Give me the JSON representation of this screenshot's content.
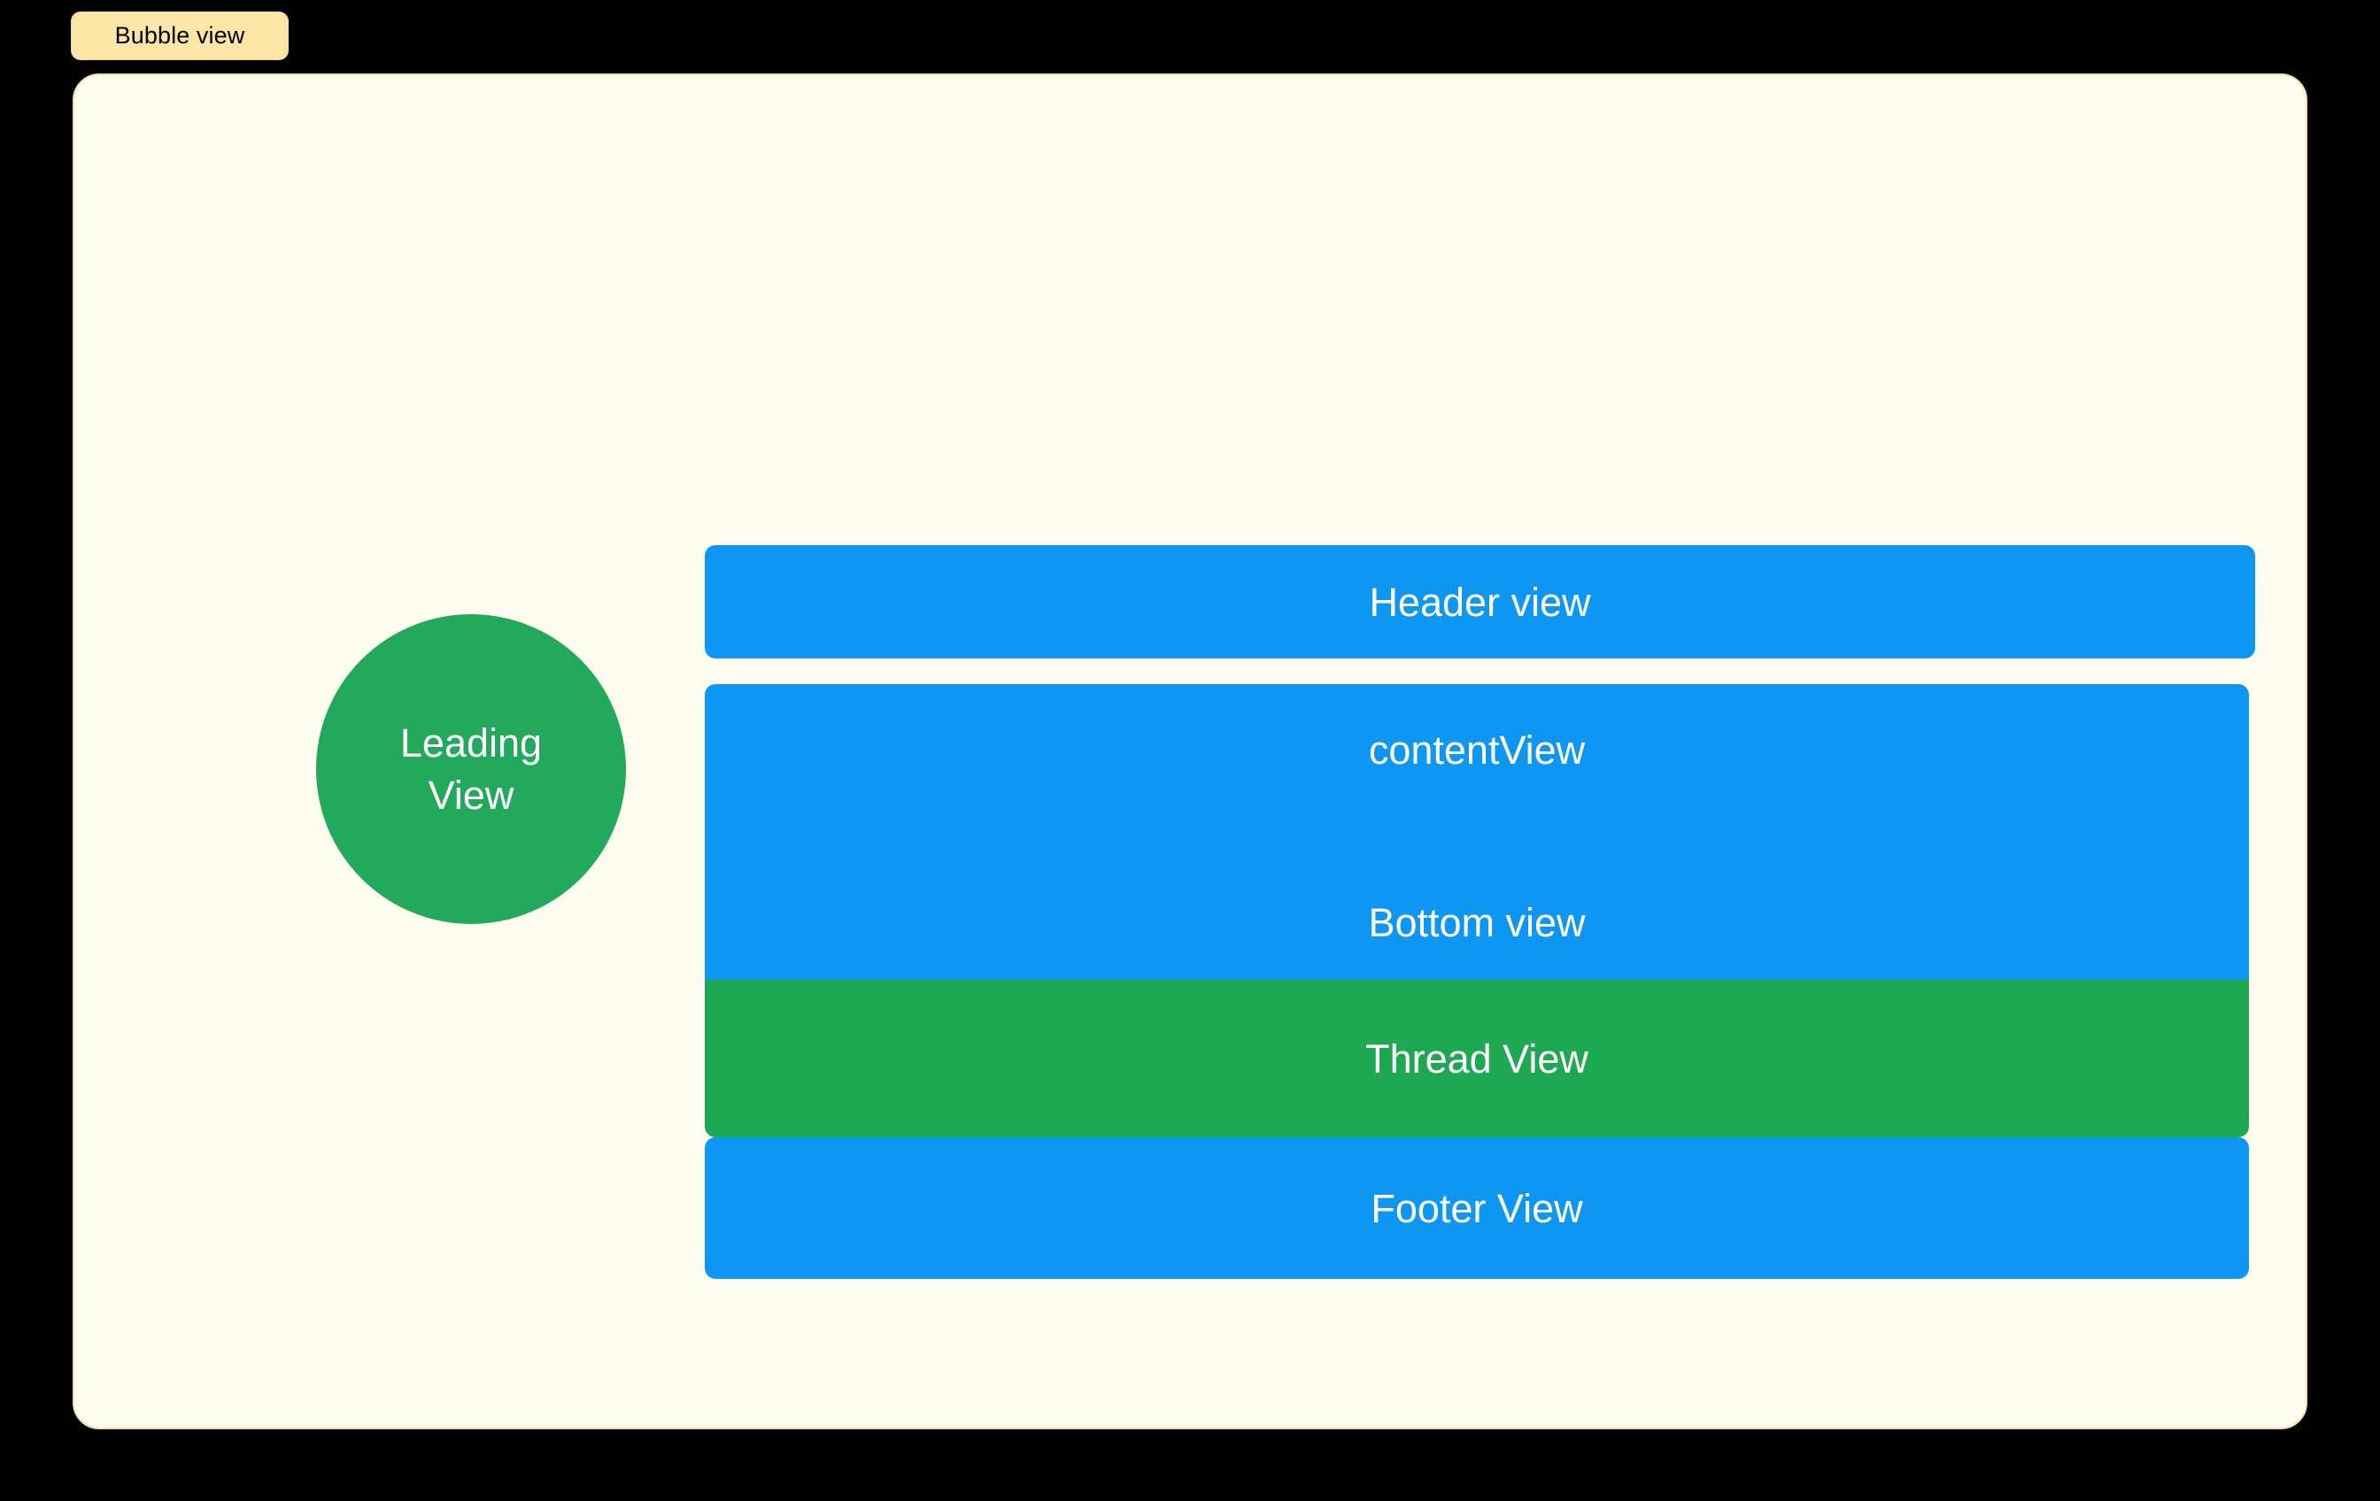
{
  "badge": {
    "label": "Bubble view",
    "background_color": "#FBE6A8",
    "text_color": "#000000"
  },
  "canvas": {
    "background_color": "#FFFCF0",
    "border_color": "#F6DFA0"
  },
  "leading": {
    "line1": "Leading",
    "line2": "View",
    "color": "#22A95B"
  },
  "bars": {
    "header": {
      "label": "Header view",
      "color": "#0D96F2"
    },
    "content": {
      "label": "contentView",
      "bottom_label": "Bottom view",
      "color": "#0D96F2"
    },
    "thread": {
      "label": "Thread View",
      "color": "#1DA851"
    },
    "footer": {
      "label": "Footer View",
      "color": "#0D96F2"
    }
  }
}
